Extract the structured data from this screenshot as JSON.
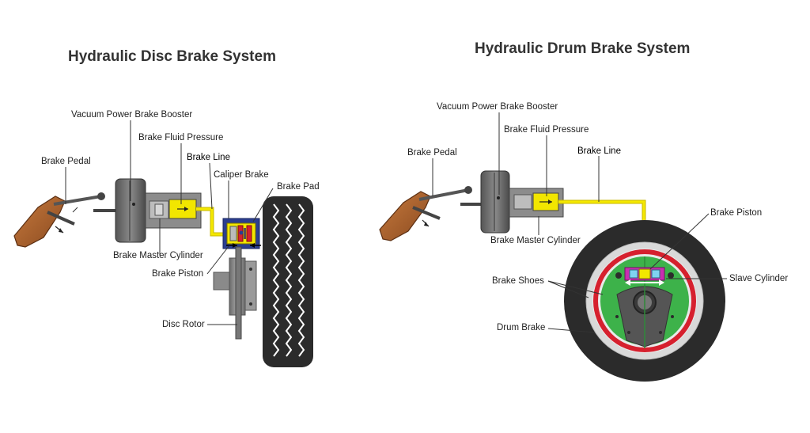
{
  "disc": {
    "title": "Hydraulic Disc Brake System",
    "labels": {
      "booster": "Vacuum Power Brake Booster",
      "fluid_pressure": "Brake Fluid Pressure",
      "pedal": "Brake Pedal",
      "brake_line": "Brake Line",
      "caliper": "Caliper Brake",
      "pad": "Brake Pad",
      "master_cylinder": "Brake Master Cylinder",
      "piston": "Brake Piston",
      "rotor": "Disc Rotor"
    }
  },
  "drum": {
    "title": "Hydraulic Drum Brake System",
    "labels": {
      "booster": "Vacuum Power Brake Booster",
      "fluid_pressure": "Brake Fluid Pressure",
      "pedal": "Brake Pedal",
      "brake_line": "Brake Line",
      "master_cylinder": "Brake Master Cylinder",
      "piston": "Brake Piston",
      "shoes": "Brake Shoes",
      "slave_cylinder": "Slave Cylinder",
      "drum": "Drum Brake"
    }
  },
  "colors": {
    "pedal": "#a0582a",
    "fluid": "#f2e600",
    "metal": "#6e6e6e",
    "tire": "#2b2b2b",
    "shoe": "#3db24a",
    "lining": "#d6202e",
    "caliper": "#2b3e8f"
  }
}
